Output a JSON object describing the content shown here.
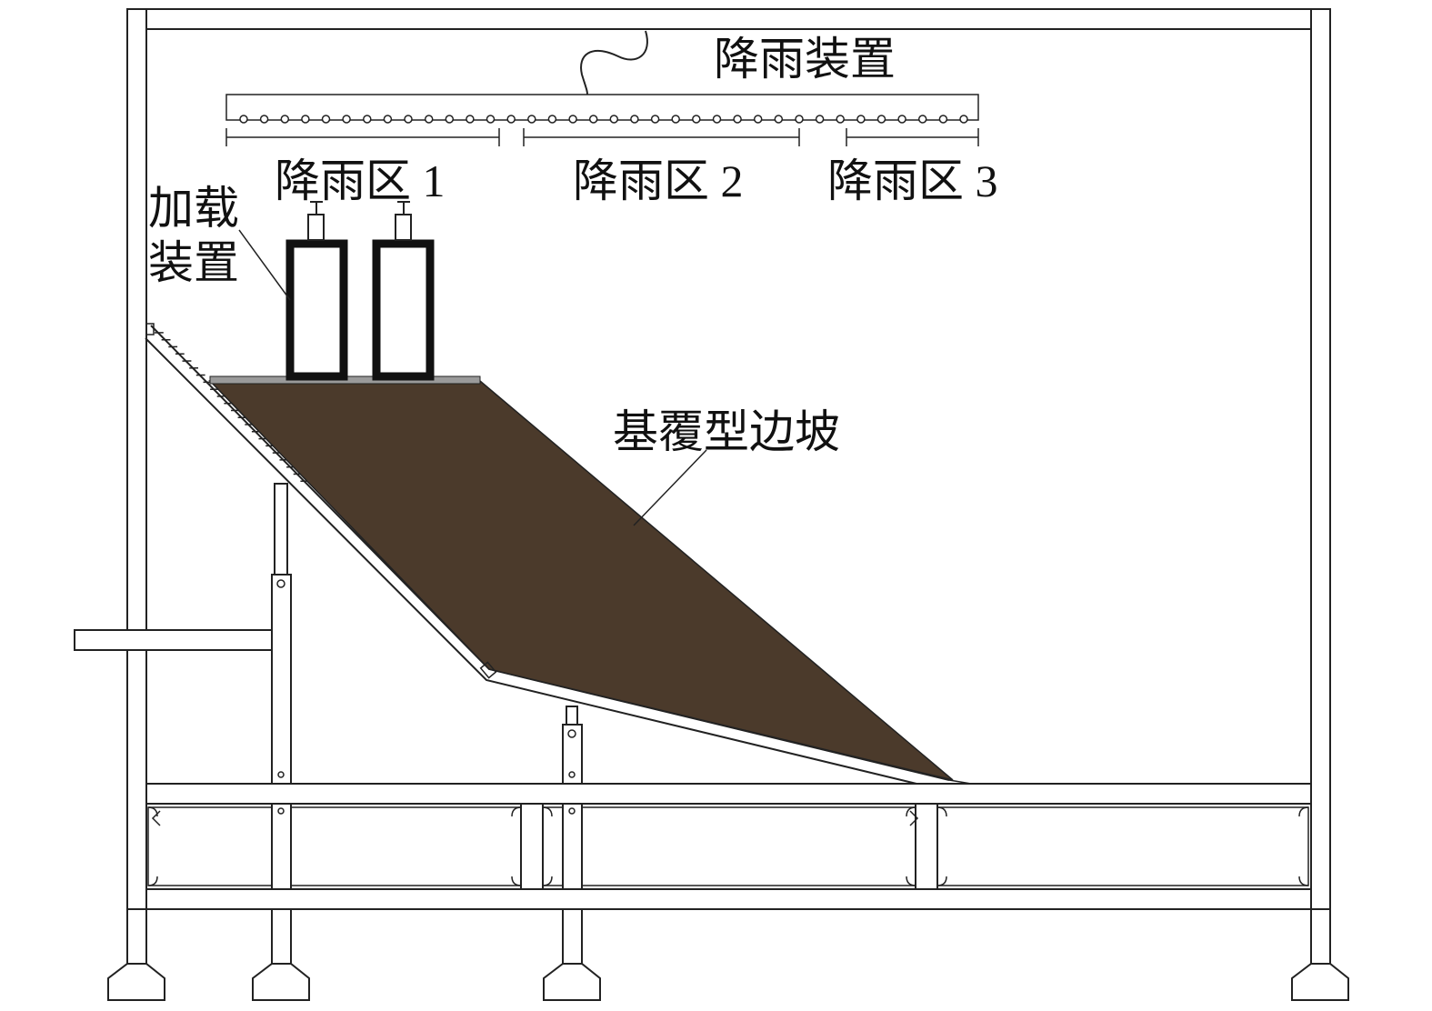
{
  "labels": {
    "rainfall_device": "降雨装置",
    "zone_1": "降雨区 1",
    "zone_2": "降雨区 2",
    "zone_3": "降雨区 3",
    "loading_device_line1": "加载",
    "loading_device_line2": "装置",
    "slope": "基覆型边坡"
  },
  "colors": {
    "slope_fill": "#4b3a2b",
    "line": "#222222",
    "background": "#ffffff"
  },
  "rain_pipe": {
    "nozzle_count": 36
  }
}
